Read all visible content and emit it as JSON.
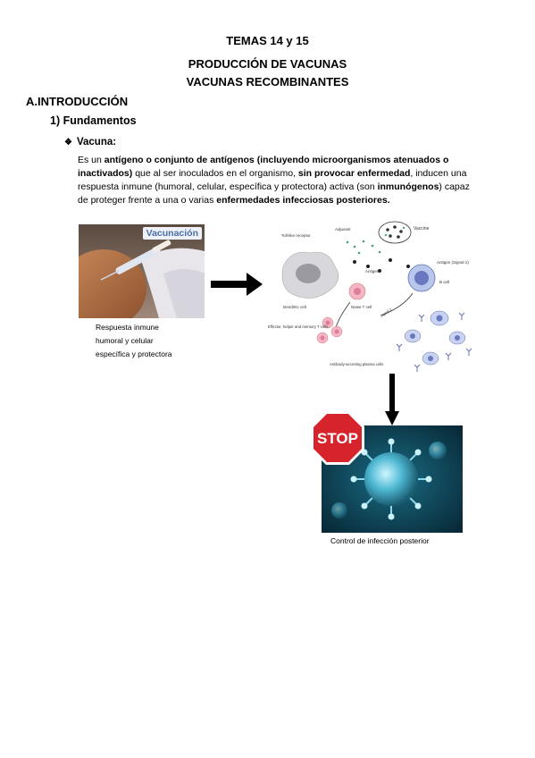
{
  "heading": {
    "line1": "TEMAS 14 y 15",
    "line2": "PRODUCCIÓN DE VACUNAS",
    "line3": "VACUNAS RECOMBINANTES"
  },
  "section": {
    "label": "A.INTRODUCCIÓN"
  },
  "subsection": {
    "label": "1) Fundamentos"
  },
  "bullet": {
    "symbol": "❖",
    "term": "Vacuna:"
  },
  "definition": {
    "p1": "Es un ",
    "p2": "antígeno o conjunto de antígenos (incluyendo microorganismos atenuados o inactivados)",
    "p3": " que al ser inoculados en el organismo, ",
    "p4": "sin provocar enfermedad",
    "p5": ", inducen una respuesta inmune (humoral, celular, específica y protectora) activa (son ",
    "p6": "inmunógenos",
    "p7": ") capaz de proteger frente a una o varias ",
    "p8": "enfermedades infecciosas posteriores."
  },
  "figure": {
    "photo_label": "Vacunación",
    "caption_left": [
      "Respuesta inmune",
      "humoral y celular",
      "específica y protectora"
    ],
    "diagram_labels": {
      "vaccine": "Vaccine",
      "adjuvant": "Adjuvant",
      "tlr": "Toll-like receptor",
      "antigen": "Antigen",
      "antigen_signal": "Antigen (Signal 1)",
      "dendritic": "Dendritic cell",
      "naive_t": "Naive T cell",
      "b_cell": "B cell",
      "signal2": "Signal 2",
      "effector": "Effector, helper and memory T cells",
      "plasma": "Antibody-secreting plasma cells"
    },
    "stop_text": "STOP",
    "caption_right": "Control de infección posterior"
  }
}
